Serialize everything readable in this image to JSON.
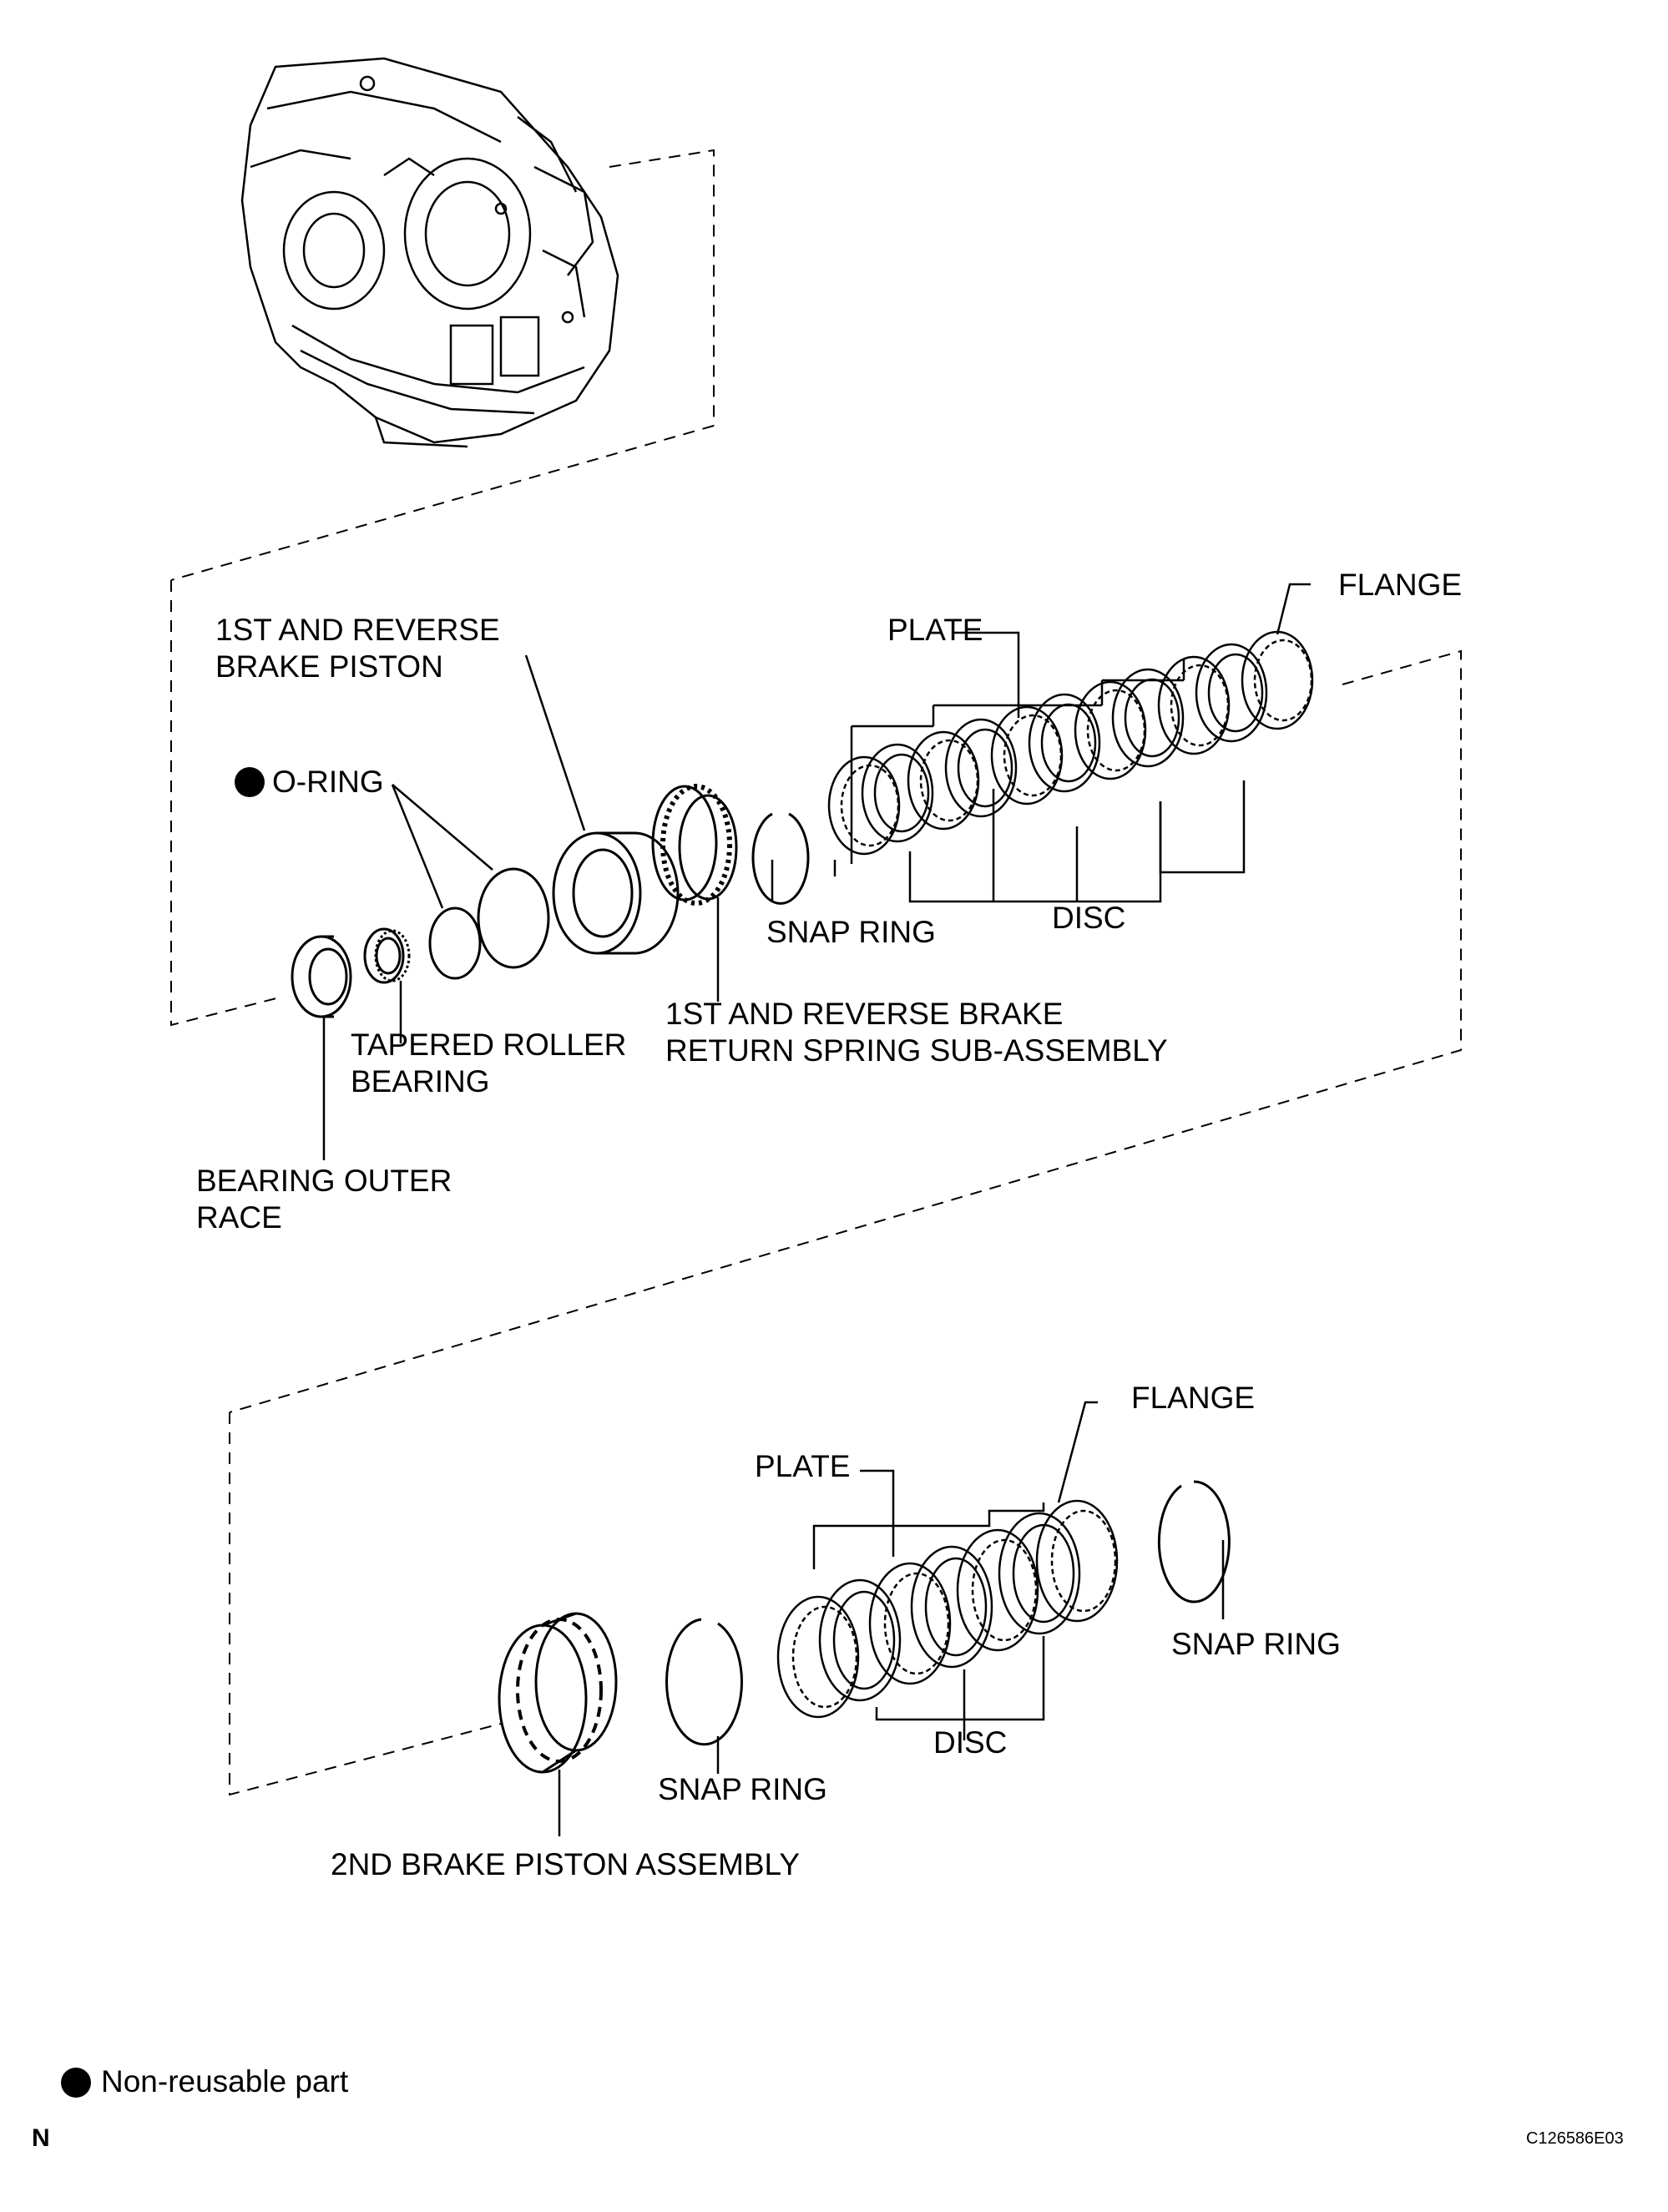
{
  "labels": {
    "upper": {
      "piston_1st_rev": "1ST AND REVERSE\nBRAKE PISTON",
      "o_ring": "O-RING",
      "plate": "PLATE",
      "flange": "FLANGE",
      "snap_ring": "SNAP RING",
      "disc": "DISC",
      "return_spring": "1ST AND REVERSE BRAKE\nRETURN SPRING SUB-ASSEMBLY",
      "tapered_roller_bearing": "TAPERED ROLLER\nBEARING",
      "bearing_outer_race": "BEARING OUTER\nRACE"
    },
    "lower": {
      "flange": "FLANGE",
      "plate": "PLATE",
      "snap_ring_right": "SNAP RING",
      "disc": "DISC",
      "snap_ring_left": "SNAP RING",
      "piston_2nd": "2ND BRAKE PISTON ASSEMBLY"
    }
  },
  "legend": {
    "non_reusable": "Non-reusable part"
  },
  "footer": {
    "orientation_mark": "N",
    "figure_code": "C126586E03"
  },
  "colors": {
    "line": "#000000",
    "background": "#ffffff"
  }
}
